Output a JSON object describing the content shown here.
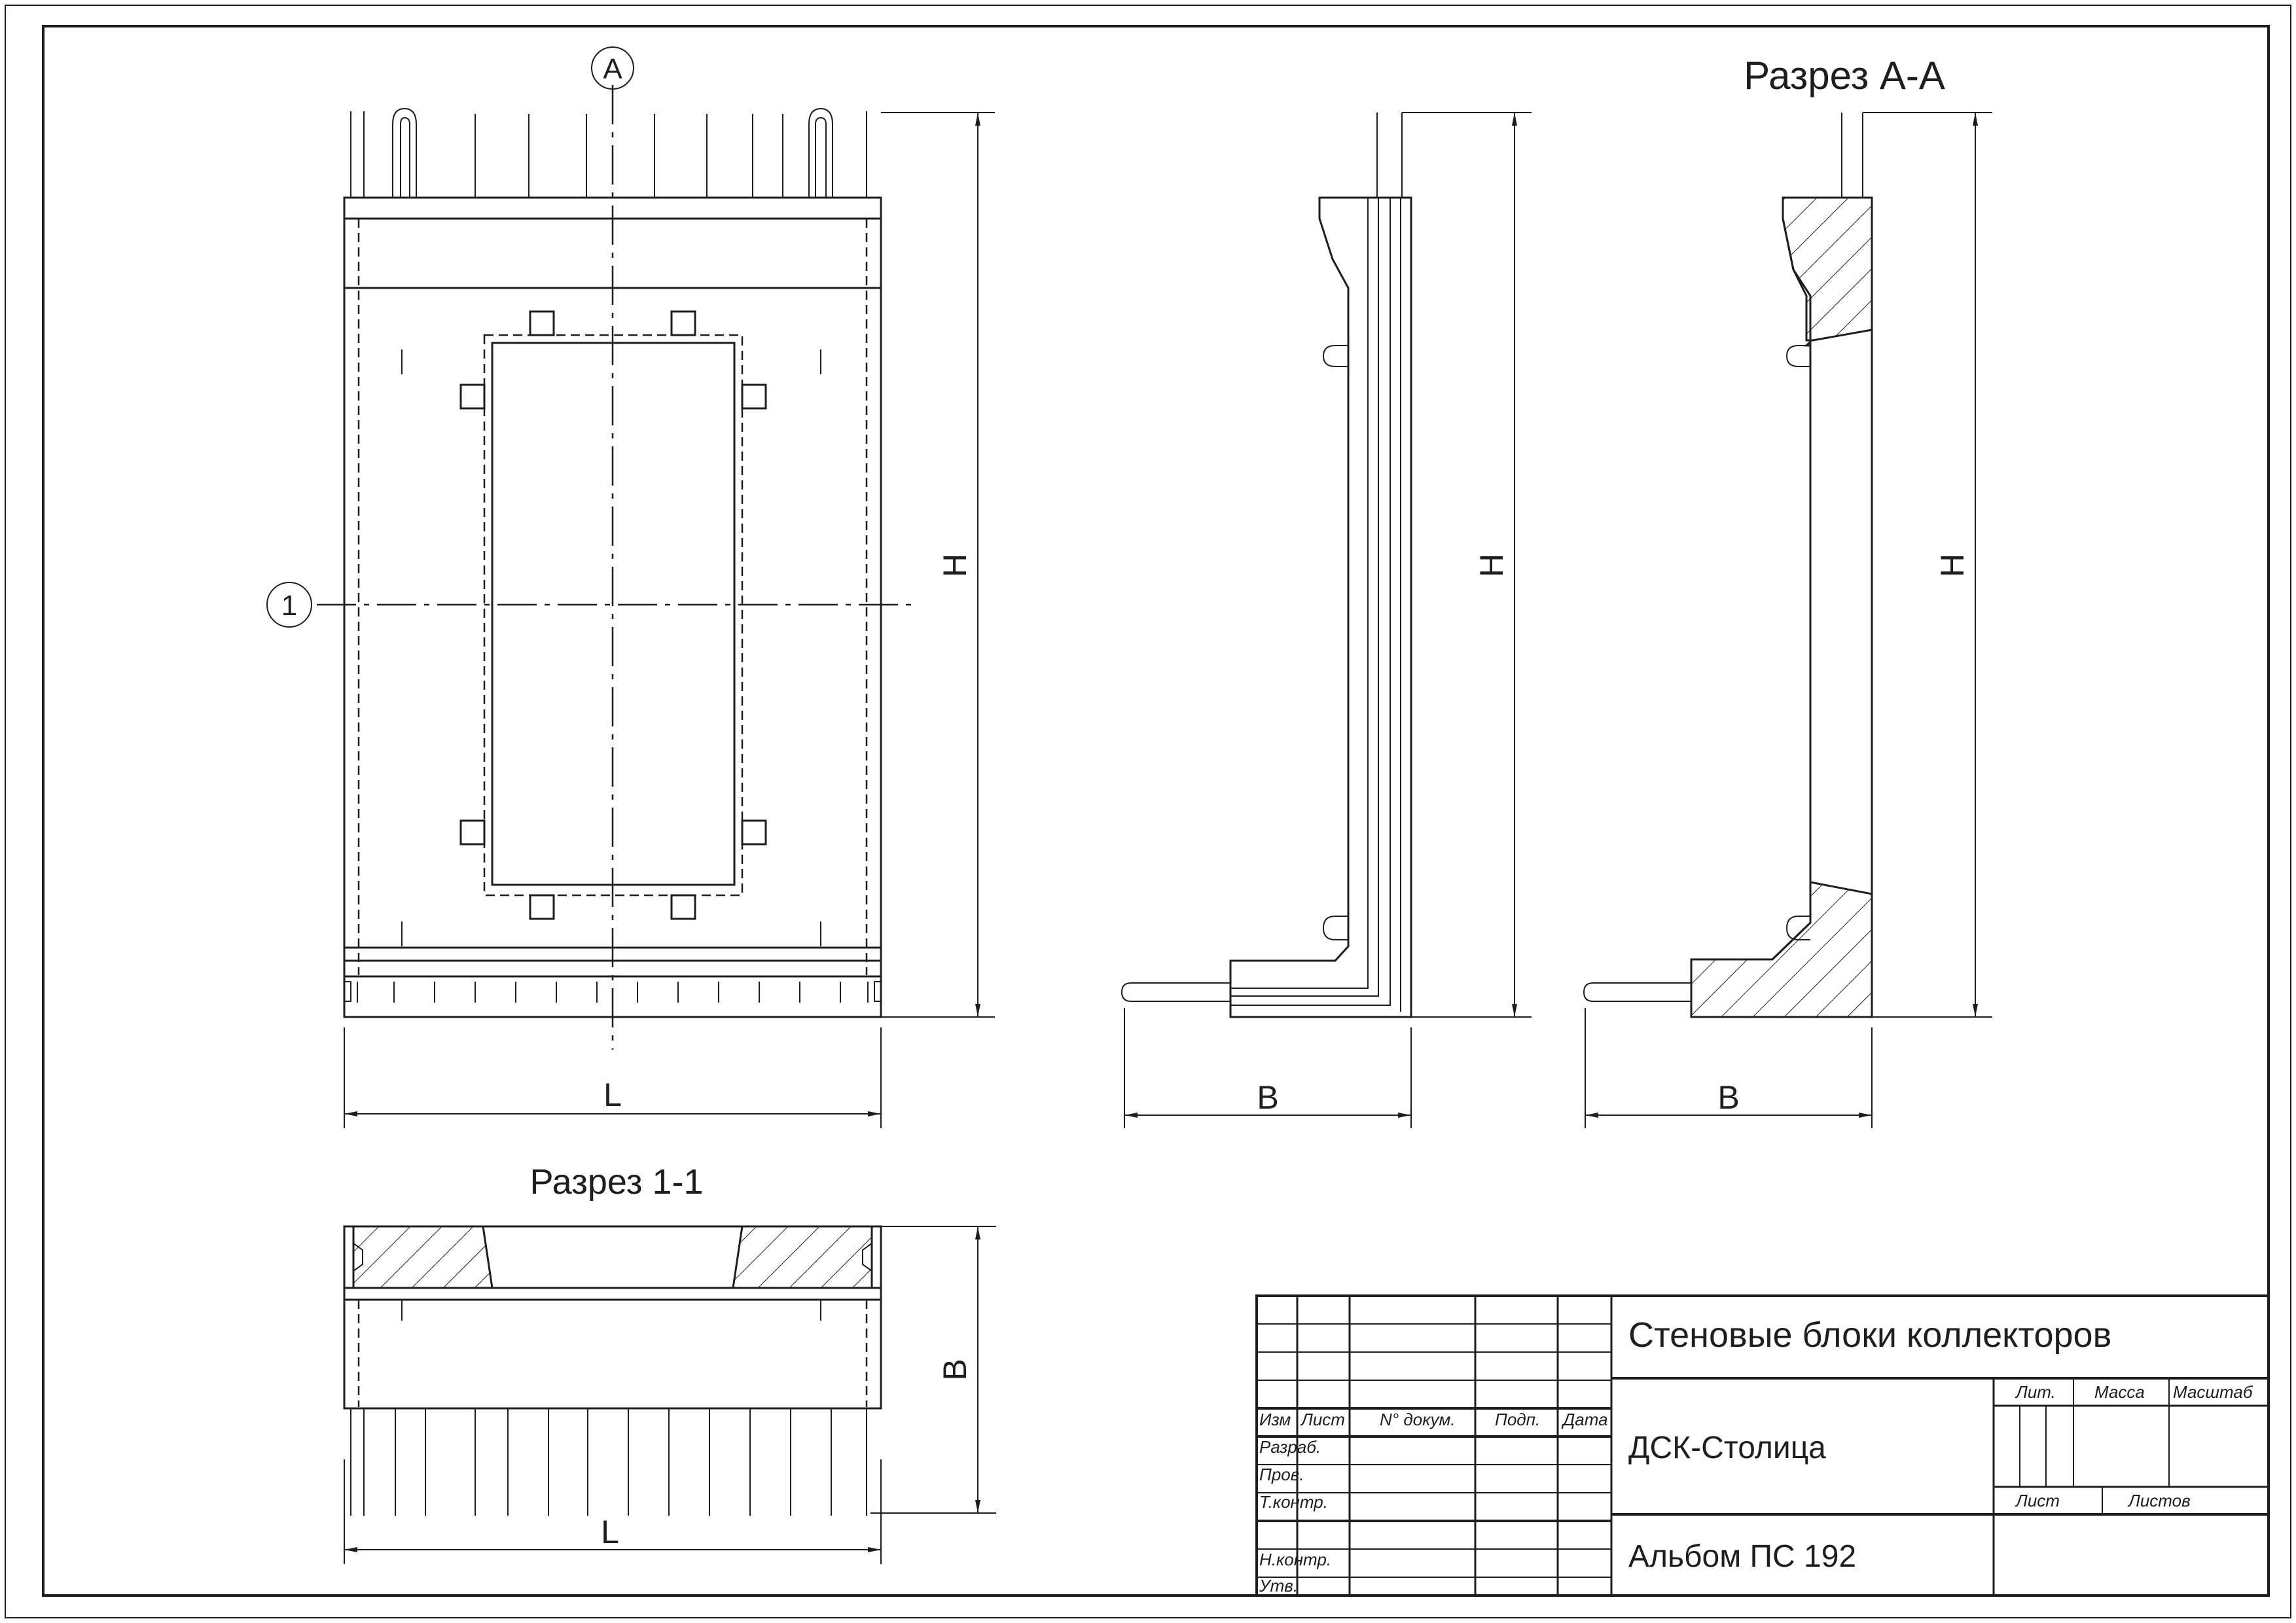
{
  "view_labels": {
    "section_aa": "Разрез А-А",
    "section_11": "Разрез 1-1"
  },
  "markers": {
    "axis_a": "А",
    "axis_1": "1"
  },
  "dimensions": {
    "front_height": "Н",
    "front_width": "L",
    "side_height": "Н",
    "side_depth": "В",
    "section_height": "Н",
    "section_depth": "В",
    "plan_depth": "В",
    "plan_width": "L"
  },
  "title_block": {
    "title": "Стеновые блоки коллекторов",
    "organization": "ДСК-Столица",
    "album": "Альбом ПС 192",
    "headers": {
      "izm": "Изм",
      "list": "Лист",
      "doc_no": "N° докум.",
      "sign": "Подп.",
      "date": "Дата",
      "lit": "Лит.",
      "mass": "Масса",
      "scale": "Масштаб",
      "sheet": "Лист",
      "sheets": "Листов"
    },
    "roles": {
      "developed": "Разраб.",
      "checked": "Пров.",
      "tech_control": "Т.контр.",
      "norm_control": "Н.контр.",
      "approved": "Утв."
    }
  },
  "colors": {
    "ink": "#1e1e1e",
    "paper": "#ffffff"
  }
}
